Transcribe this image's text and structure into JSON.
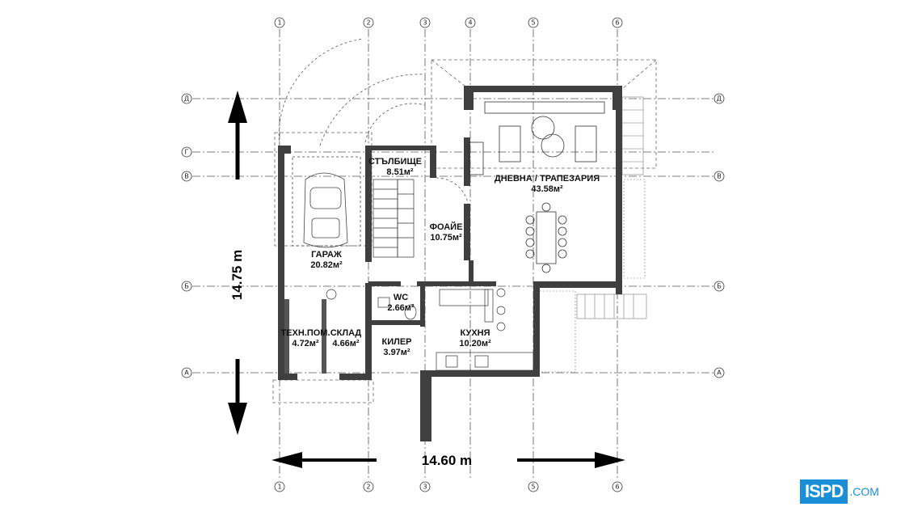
{
  "rooms": [
    {
      "name": "СТЪЛБИЩЕ",
      "area": "8.51м²"
    },
    {
      "name": "ДНЕВНА / ТРАПЕЗАРИЯ",
      "area": "43.58м²"
    },
    {
      "name": "ФОАЙЕ",
      "area": "10.75м²"
    },
    {
      "name": "ГАРАЖ",
      "area": "20.82м²"
    },
    {
      "name": "WC",
      "area": "2.66м²"
    },
    {
      "name": "ТЕХН.ПОМ.",
      "area": "4.72м²"
    },
    {
      "name": "СКЛАД",
      "area": "4.66м²"
    },
    {
      "name": "КИЛЕР",
      "area": "3.97м²"
    },
    {
      "name": "КУХНЯ",
      "area": "10.20м²"
    }
  ],
  "grid_columns": [
    "1",
    "2",
    "3",
    "4",
    "5",
    "6"
  ],
  "grid_rows": [
    "Д",
    "Г",
    "В",
    "Б",
    "А"
  ],
  "dimensions": {
    "width": "14.60 m",
    "height": "14.75 m"
  },
  "logo": {
    "brand": "ISPD",
    "tld": ".COM"
  },
  "colors": {
    "wall": "#3a3a3a",
    "brand": "#1a8fd6"
  }
}
